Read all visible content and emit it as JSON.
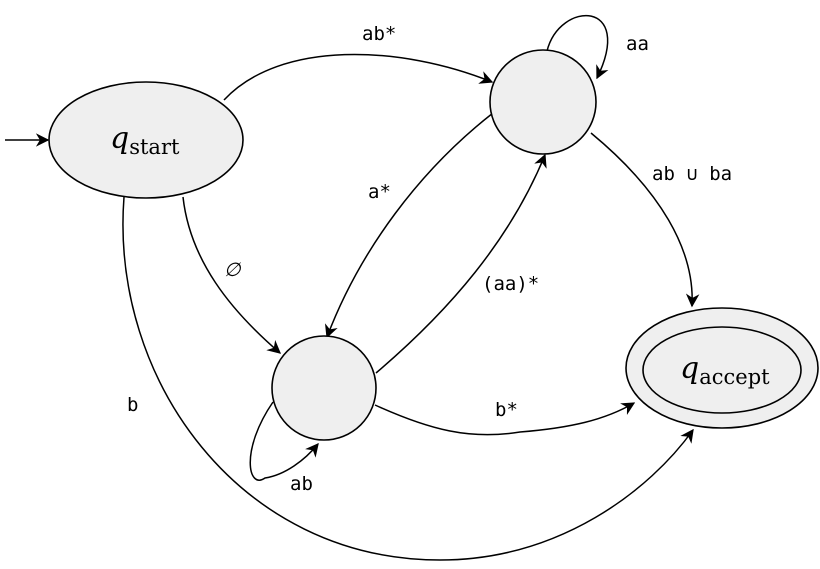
{
  "states": {
    "start": {
      "name": "q",
      "subscript": "start"
    },
    "accept": {
      "name": "q",
      "subscript": "accept"
    }
  },
  "edges": {
    "start_to_top": "ab*",
    "top_self": "aa",
    "top_to_accept": "ab ∪ ba",
    "top_to_bottom": "a*",
    "bottom_to_top": "(aa)*",
    "start_to_bottom": "∅",
    "start_to_accept": "b",
    "bottom_to_accept": "b*",
    "bottom_self": "ab"
  },
  "colors": {
    "state_fill": "#efefef",
    "stroke": "#000000"
  }
}
